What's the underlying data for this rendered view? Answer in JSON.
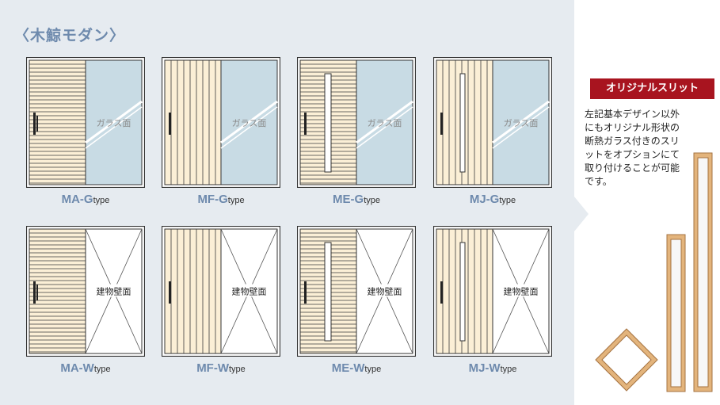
{
  "heading": "〈木鯨モダン〉",
  "glass_label": "ガラス面",
  "wall_label": "建物壁面",
  "types": [
    {
      "code": "MA-G",
      "suffix": "type"
    },
    {
      "code": "MF-G",
      "suffix": "type"
    },
    {
      "code": "ME-G",
      "suffix": "type"
    },
    {
      "code": "MJ-G",
      "suffix": "type"
    },
    {
      "code": "MA-W",
      "suffix": "type"
    },
    {
      "code": "MF-W",
      "suffix": "type"
    },
    {
      "code": "ME-W",
      "suffix": "type"
    },
    {
      "code": "MJ-W",
      "suffix": "type"
    }
  ],
  "slit": {
    "badge": "オリジナルスリット",
    "description": "左記基本デザイン以外にもオリジナル形状の断熱ガラス付きのスリットをオプションにて取り付けることが可能です。"
  },
  "colors": {
    "wood": "#fbefd6",
    "wood_line": "#3a3a3a",
    "glass": "#c8dbe4",
    "label_blue": "#6e8aad",
    "badge_red": "#a8141f",
    "panel_bg": "#e6ebf0"
  }
}
